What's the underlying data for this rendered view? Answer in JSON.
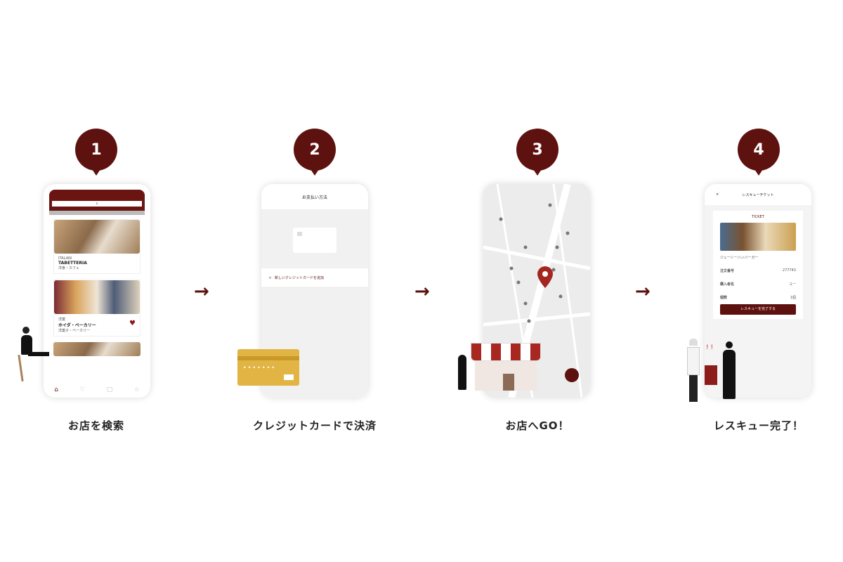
{
  "steps": [
    {
      "number": "1",
      "label": "お店を検索"
    },
    {
      "number": "2",
      "label": "クレジットカードで決済"
    },
    {
      "number": "3",
      "label": "お店へGO！"
    },
    {
      "number": "4",
      "label": "レスキュー完了！"
    }
  ],
  "arrow": "→",
  "phone1": {
    "shops": [
      {
        "category": "ITALIAN",
        "name": "TABETTERIA",
        "sub": "洋食・カフェ"
      },
      {
        "category": "洋菓",
        "name": "ホイダ・ベーカリー",
        "sub": "洋菓子・ベーカリー"
      }
    ]
  },
  "phone2": {
    "title": "お支払い方法",
    "add_card": "新しいクレジットカードを追加"
  },
  "phone4": {
    "title": "レスキューチケット",
    "ticket": "TICKET",
    "item": "ジューシーハンバーガー",
    "rows": [
      {
        "k": "注文番号",
        "v": "277743"
      },
      {
        "k": "購入者名",
        "v": "ユー"
      },
      {
        "k": "個数",
        "v": "1個"
      }
    ],
    "button": "レスキューを完了する"
  },
  "colors": {
    "brand": "#5e120f"
  }
}
